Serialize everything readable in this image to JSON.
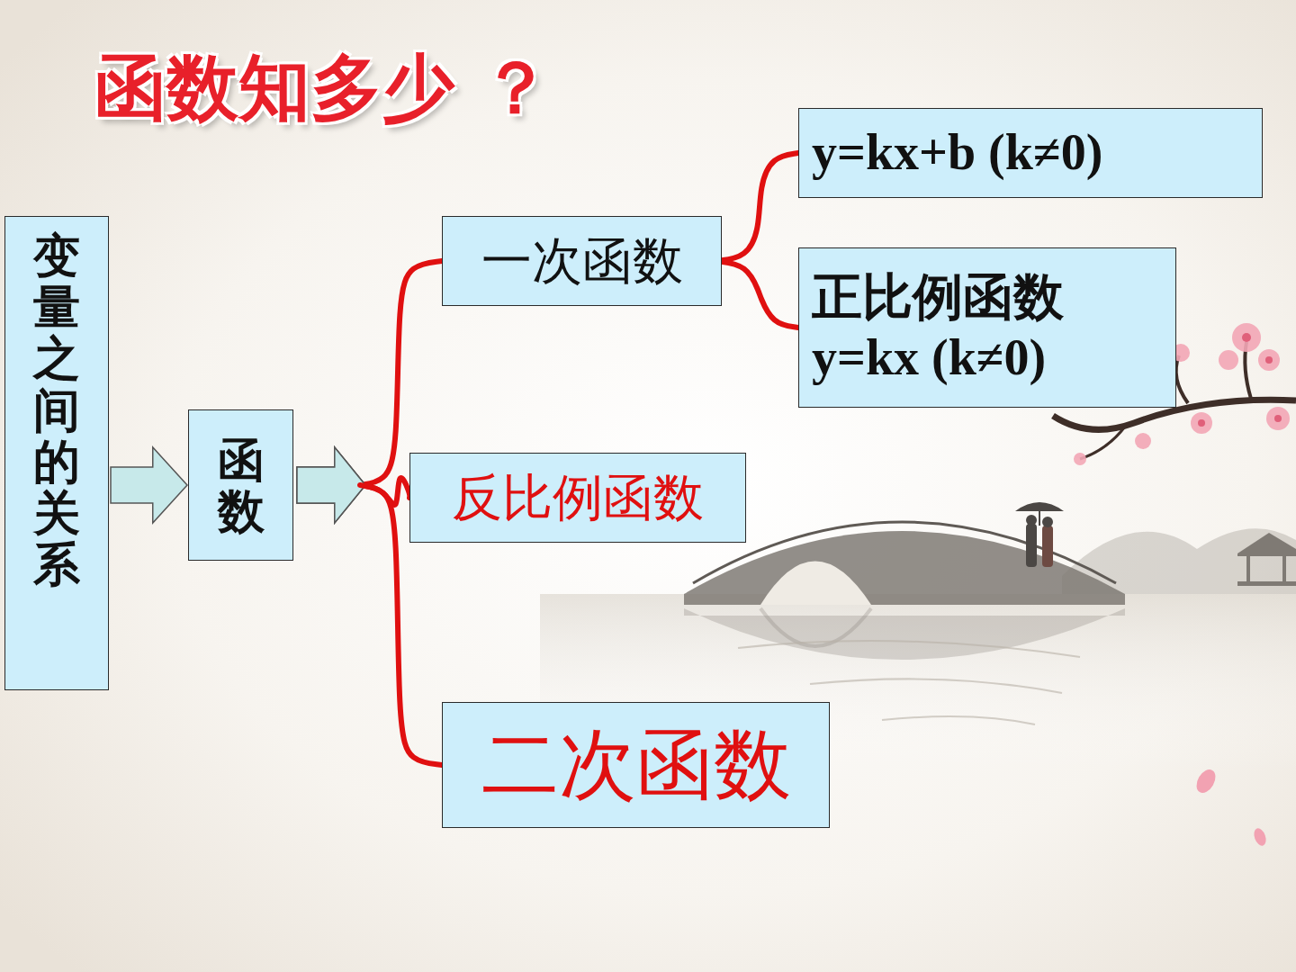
{
  "diagram": {
    "title": "函数知多少 ？",
    "nodes": [
      {
        "text": [
          "变量之间的关系"
        ]
      },
      {
        "text": [
          "函数"
        ]
      },
      {
        "text": [
          "一次函数"
        ]
      },
      {
        "text": [
          "y=kx+b (k≠0)"
        ]
      },
      {
        "text": [
          "正比例函数",
          "y=kx (k≠0)"
        ]
      },
      {
        "text": [
          "反比例函数"
        ]
      },
      {
        "text": [
          "二次函数"
        ]
      }
    ],
    "edges": [
      {
        "from": 0,
        "to": 1,
        "arrow": "to"
      },
      {
        "from": 1,
        "to": 2,
        "arrow": "to"
      },
      {
        "from": 1,
        "to": 5,
        "arrow": "to"
      },
      {
        "from": 1,
        "to": 6,
        "arrow": "to"
      },
      {
        "from": 2,
        "to": 3,
        "arrow": "none"
      },
      {
        "from": 2,
        "to": 4,
        "arrow": "none"
      }
    ]
  }
}
